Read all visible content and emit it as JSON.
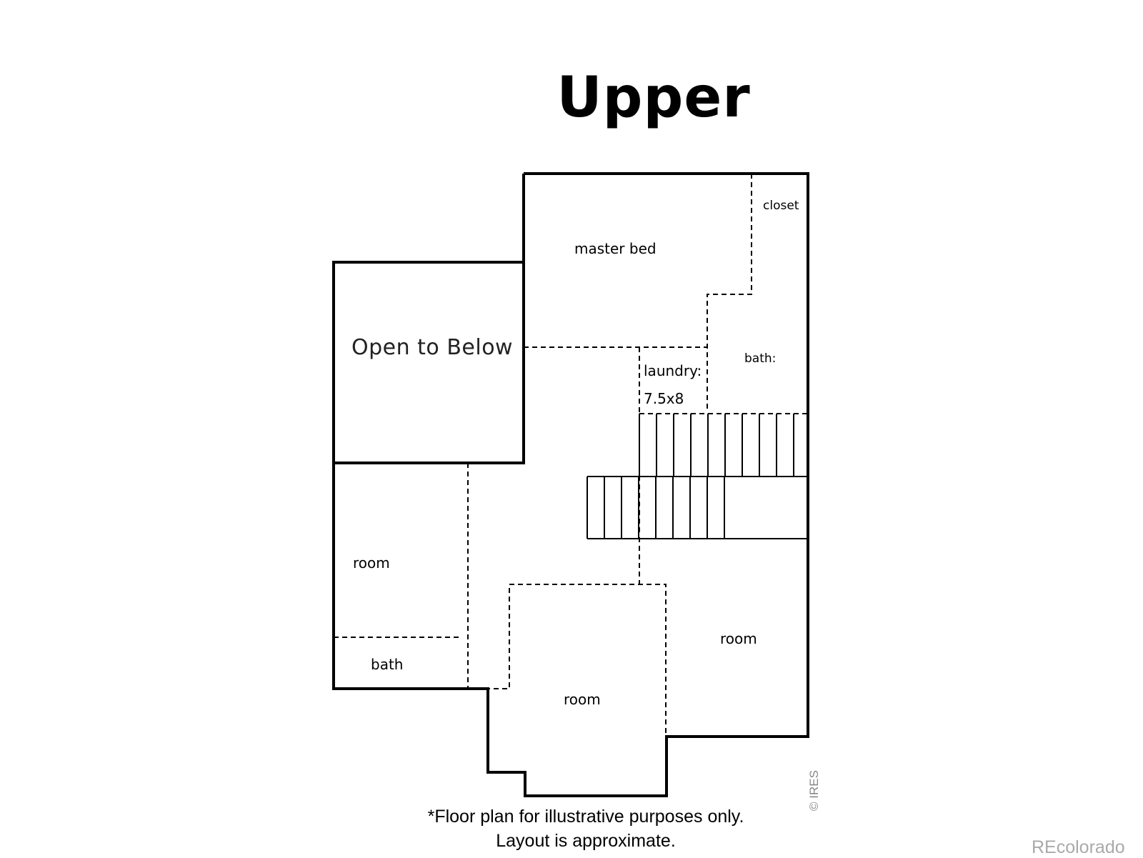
{
  "title": "Upper",
  "rooms": {
    "master_bed": "master bed",
    "closet": "closet",
    "open_to_below": "Open to Below",
    "laundry_name": "laundry:",
    "laundry_size": "7.5x8",
    "bath_upper": "bath:",
    "room_left": "room",
    "bath_left": "bath",
    "room_center": "room",
    "room_right": "room"
  },
  "disclaimer": {
    "line1": "*Floor plan for illustrative purposes only.",
    "line2": "Layout is approximate."
  },
  "copyright": "© IRES",
  "brand": "REcolorado"
}
